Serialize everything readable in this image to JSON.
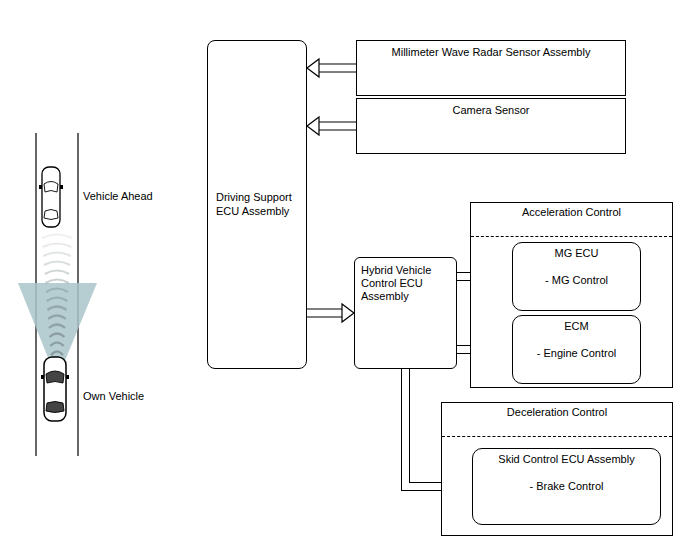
{
  "diagram": {
    "nodes": [
      {
        "text": [
          "Driving Support ECU Assembly"
        ]
      },
      {
        "text": [
          "Millimeter Wave Radar Sensor Assembly"
        ]
      },
      {
        "text": [
          "Camera Sensor"
        ]
      },
      {
        "text": [
          "Hybrid Vehicle Control ECU Assembly"
        ]
      },
      {
        "text": [
          "Acceleration Control"
        ]
      },
      {
        "text": [
          "MG ECU",
          "- MG Control"
        ],
        "in": 4
      },
      {
        "text": [
          "ECM",
          "- Engine Control"
        ],
        "in": 4
      },
      {
        "text": [
          "Deceleration Control"
        ]
      },
      {
        "text": [
          "Skid Control ECU Assembly",
          "- Brake Control"
        ],
        "in": 7
      }
    ],
    "edges": [
      {
        "from": 1,
        "to": 0,
        "arrow": "to"
      },
      {
        "from": 2,
        "to": 0,
        "arrow": "to"
      },
      {
        "from": 0,
        "to": 3,
        "arrow": "to"
      },
      {
        "from": 3,
        "to": 5,
        "arrow": "to"
      },
      {
        "from": 3,
        "to": 6,
        "arrow": "to"
      },
      {
        "from": 3,
        "to": 8,
        "arrow": "to"
      }
    ],
    "labels": [
      "Vehicle Ahead",
      "Own Vehicle"
    ]
  }
}
